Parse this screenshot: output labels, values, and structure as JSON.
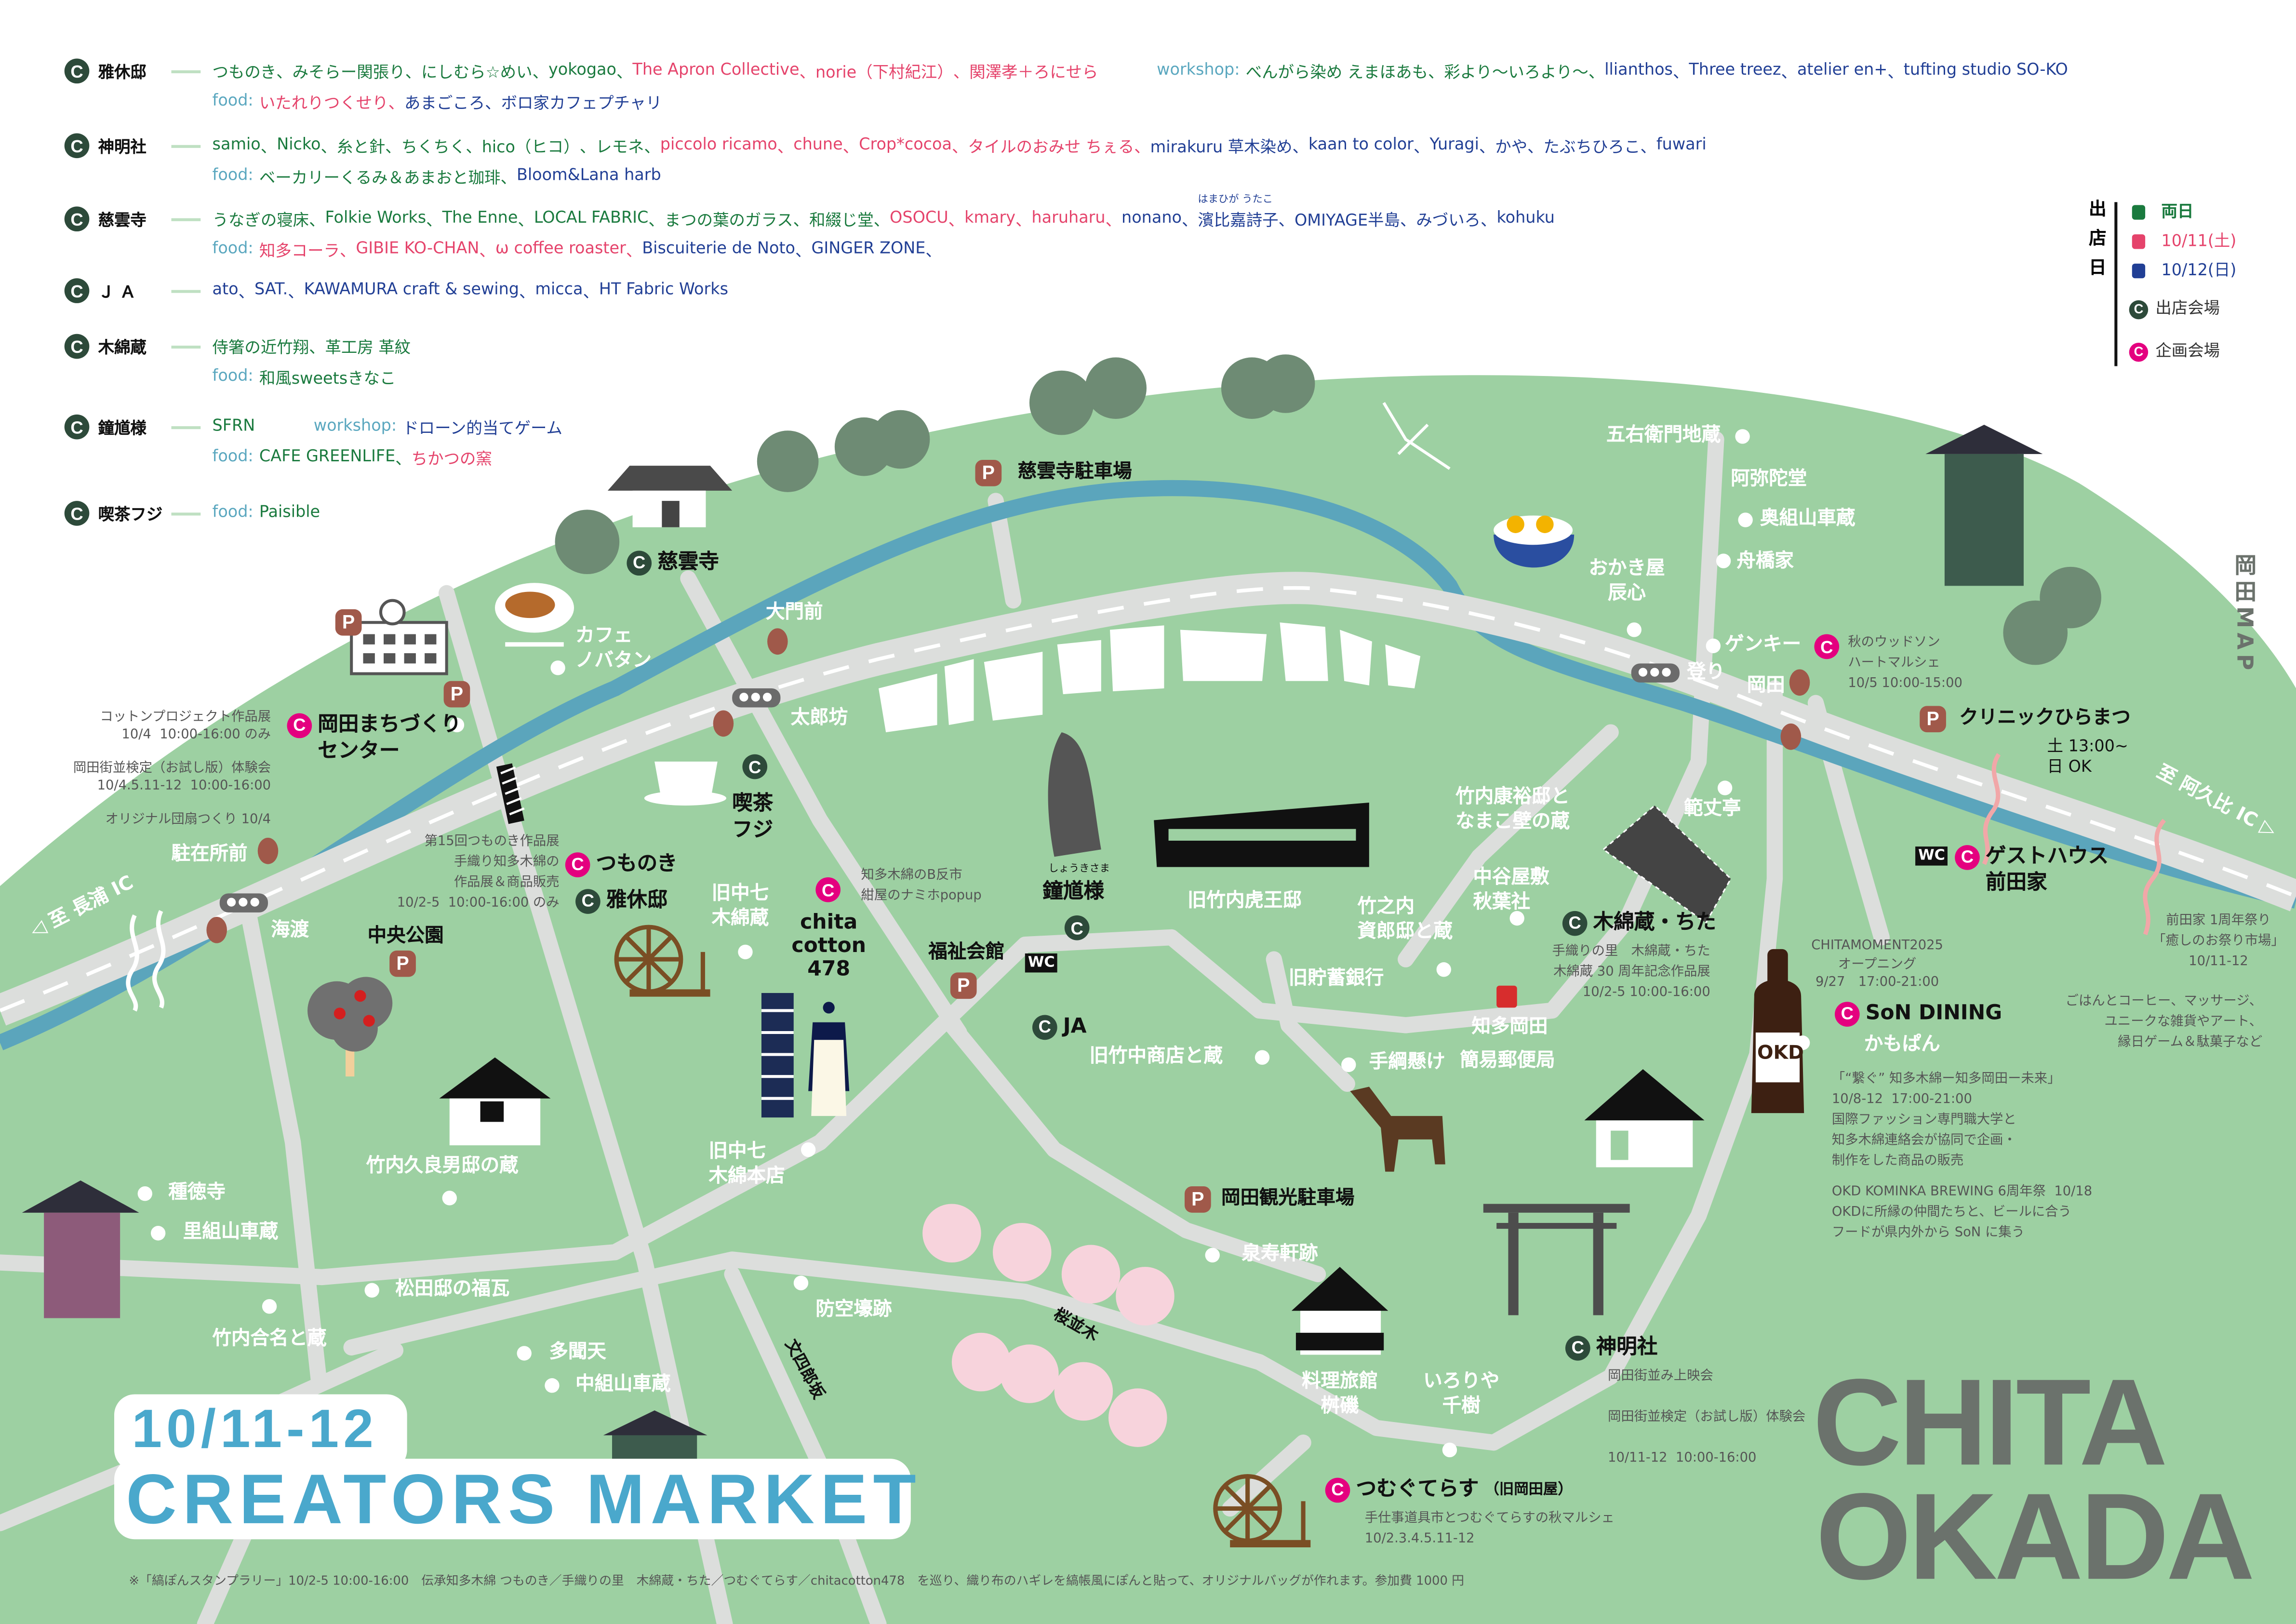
{
  "colors": {
    "both_days": "#1a7a3e",
    "day_sat": "#e5436b",
    "day_sun": "#213f95",
    "venue_marker": "#2d4a3a",
    "event_marker": "#e4007f",
    "map_green": "#9dd0a2",
    "title_blue": "#4aa8cc"
  },
  "vendor_list": [
    {
      "venue": "雅休邸",
      "marker": "dark",
      "lines": [
        [
          {
            "label": "",
            "items": [
              {
                "t": "つものき",
                "c": "g"
              },
              {
                "t": "みそらー関張り",
                "c": "g"
              },
              {
                "t": "にしむら☆めい",
                "c": "g"
              },
              {
                "t": "yokogao",
                "c": "g"
              },
              {
                "t": "The Apron Collective",
                "c": "p"
              },
              {
                "t": "norie（下村紀江）",
                "c": "p"
              },
              {
                "t": "関澤孝＋ろにせら",
                "c": "p"
              }
            ]
          },
          {
            "label": "workshop:",
            "items": [
              {
                "t": "べんがら染め えまほあも",
                "c": "g"
              },
              {
                "t": "彩より〜いろより〜",
                "c": "g"
              },
              {
                "t": "llianthos",
                "c": "b"
              },
              {
                "t": "Three treez",
                "c": "b"
              },
              {
                "t": "atelier en+",
                "c": "b"
              },
              {
                "t": "tufting studio SO-KO",
                "c": "b"
              }
            ]
          }
        ],
        [
          {
            "label": "food:",
            "items": [
              {
                "t": "いたれりつくせり",
                "c": "p"
              },
              {
                "t": "あまごころ",
                "c": "b"
              },
              {
                "t": "ボロ家カフェプチャリ",
                "c": "b"
              }
            ]
          }
        ]
      ]
    },
    {
      "venue": "神明社",
      "marker": "dark",
      "lines": [
        [
          {
            "label": "",
            "items": [
              {
                "t": "samio",
                "c": "g"
              },
              {
                "t": "Nicko",
                "c": "g"
              },
              {
                "t": "糸と針",
                "c": "g"
              },
              {
                "t": "ちくちく",
                "c": "g"
              },
              {
                "t": "hico（ヒコ）",
                "c": "g"
              },
              {
                "t": "レモネ",
                "c": "g"
              },
              {
                "t": "piccolo ricamo",
                "c": "p"
              },
              {
                "t": "chune",
                "c": "p"
              },
              {
                "t": "Crop*cocoa",
                "c": "p"
              },
              {
                "t": "タイルのおみせ ちぇる",
                "c": "p"
              },
              {
                "t": "mirakuru 草木染め",
                "c": "b"
              },
              {
                "t": "kaan to color",
                "c": "b"
              },
              {
                "t": "Yuragi",
                "c": "b"
              },
              {
                "t": "かや",
                "c": "b"
              },
              {
                "t": "たぶちひろこ",
                "c": "b"
              },
              {
                "t": "fuwari",
                "c": "b"
              }
            ]
          }
        ],
        [
          {
            "label": "food:",
            "items": [
              {
                "t": "ベーカリーくるみ＆あまおと珈琲",
                "c": "g"
              },
              {
                "t": "Bloom&Lana harb",
                "c": "b"
              }
            ]
          }
        ]
      ]
    },
    {
      "venue": "慈雲寺",
      "marker": "dark",
      "lines": [
        [
          {
            "label": "",
            "items": [
              {
                "t": "うなぎの寝床",
                "c": "g"
              },
              {
                "t": "Folkie Works",
                "c": "g"
              },
              {
                "t": "The Enne",
                "c": "g"
              },
              {
                "t": "LOCAL FABRIC",
                "c": "g"
              },
              {
                "t": "まつの葉のガラス",
                "c": "g"
              },
              {
                "t": "和綴じ堂",
                "c": "g"
              },
              {
                "t": "OSOCU",
                "c": "p"
              },
              {
                "t": "kmary",
                "c": "p"
              },
              {
                "t": "haruharu",
                "c": "p"
              },
              {
                "t": "nonano",
                "c": "b"
              },
              {
                "t": "濱比嘉詩子",
                "c": "b",
                "ruby": "はまひが うたこ"
              },
              {
                "t": "OMIYAGE半島",
                "c": "b"
              },
              {
                "t": "みづいろ",
                "c": "b"
              },
              {
                "t": "kohuku",
                "c": "b"
              }
            ]
          }
        ],
        [
          {
            "label": "food:",
            "items": [
              {
                "t": "知多コーラ",
                "c": "p"
              },
              {
                "t": "GIBIE KO-CHAN",
                "c": "p"
              },
              {
                "t": "ω coffee roaster",
                "c": "p"
              },
              {
                "t": "Biscuiterie de Noto",
                "c": "b"
              },
              {
                "t": "GINGER ZONE",
                "c": "b"
              }
            ]
          }
        ]
      ]
    },
    {
      "venue": "Ｊ Ａ",
      "marker": "dark",
      "lines": [
        [
          {
            "label": "",
            "items": [
              {
                "t": "ato",
                "c": "b"
              },
              {
                "t": "SAT.",
                "c": "b"
              },
              {
                "t": "KAWAMURA craft & sewing",
                "c": "b"
              },
              {
                "t": "micca",
                "c": "b"
              },
              {
                "t": "HT Fabric Works",
                "c": "b"
              }
            ]
          }
        ]
      ]
    },
    {
      "venue": "木綿蔵",
      "marker": "dark",
      "lines": [
        [
          {
            "label": "",
            "items": [
              {
                "t": "侍箸の近竹翔",
                "c": "g"
              },
              {
                "t": "革工房 革紋",
                "c": "g"
              }
            ]
          }
        ],
        [
          {
            "label": "food:",
            "items": [
              {
                "t": "和風sweetsきなこ",
                "c": "g"
              }
            ]
          }
        ]
      ]
    },
    {
      "venue": "鐘馗様",
      "marker": "dark",
      "lines": [
        [
          {
            "label": "",
            "items": [
              {
                "t": "SFRN",
                "c": "g"
              }
            ]
          },
          {
            "label": "workshop:",
            "items": [
              {
                "t": "ドローン的当てゲーム",
                "c": "b"
              }
            ]
          }
        ],
        [
          {
            "label": "food:",
            "items": [
              {
                "t": "CAFE GREENLIFE",
                "c": "g"
              },
              {
                "t": "ちかつの窯",
                "c": "p"
              }
            ]
          }
        ]
      ]
    },
    {
      "venue": "喫茶フジ",
      "marker": "dark",
      "lines": [
        [
          {
            "label": "food:",
            "items": [
              {
                "t": "Paisible",
                "c": "g"
              }
            ]
          }
        ]
      ]
    }
  ],
  "legend": {
    "heading": "出店日",
    "both": "両日",
    "sat": "10/11(土)",
    "sun": "10/12(日)",
    "venue": "出店会場",
    "event": "企画会場",
    "marker_letter": "C"
  },
  "side_title": "岡田MAP",
  "venues": {
    "jiunji": "慈雲寺",
    "machizukuri": "岡田まちづくり\nセンター",
    "tsumonoki": "つものき",
    "gakyutei": "雅休邸",
    "kissa_fuji": "喫茶\nフジ",
    "chitacotton": "chita\ncotton\n478",
    "shoki": "鐘馗様",
    "shoki_ruby": "しょうきさま",
    "ja": "JA",
    "momengura": "木綿蔵・ちた",
    "shinmeisha": "神明社",
    "tsumugu": "つむぐてらす",
    "tsumugu_sub": "（旧岡田屋）",
    "maedake": "ゲストハウス\n前田家",
    "son": "SoN DINING",
    "kamopan": "かもぱん",
    "wc": "WC"
  },
  "places": {
    "cafe": "カフェ\nノバタン",
    "daimon": "大門前",
    "tarobo": "太郎坊",
    "chuzai": "駐在所前",
    "kaito": "海渡",
    "nakashichi_kura": "旧中七\n木綿蔵",
    "nakashichi_honten": "旧中七\n木綿本店",
    "toraoh": "旧竹内虎王邸",
    "chochiku": "旧貯蓄銀行",
    "takenaka": "旧竹中商店と蔵",
    "yasuhiro": "竹内康裕邸と\nなまこ壁の蔵",
    "nakaya": "中谷屋敷\n秋葉社",
    "takenouchi": "竹之内\n資郎邸と蔵",
    "hanjotei": "範丈亭",
    "tazuna": "手綱懸け",
    "kurao": "竹内久良男邸の蔵",
    "shutokuji": "種徳寺",
    "satogumi": "里組山車蔵",
    "matsuda": "松田邸の福瓦",
    "goumei": "竹内合名と蔵",
    "tamonten": "多聞天",
    "nakagumi": "中組山車蔵",
    "bokugou": "防空壕跡",
    "senjuken": "泉寿軒跡",
    "ryokan": "料理旅館\n桝磯",
    "iroriya": "いろりや\n千樹",
    "goemon": "五右衛門地蔵",
    "amida": "阿弥陀堂",
    "okugumi": "奥組山車蔵",
    "funahashi": "舟橋家",
    "okaki": "おかき屋\n辰心",
    "genky": "ゲンキー",
    "nobori": "登り",
    "okada": "岡田",
    "chitaokada": "知多岡田",
    "kanipost": "簡易郵便局",
    "chuo": "中央公園",
    "jiunji_p": "慈雲寺駐車場",
    "fukushi": "福祉会館",
    "kanko_p": "岡田観光駐車場",
    "clinic": "クリニックひらまつ",
    "clinic_hours": "土 13:00~\n日 OK",
    "sakura": "桜並木",
    "bunshiro": "文四郎坂",
    "to_nagaura": "◁ 至 長浦 IC",
    "to_agui": "至 阿久比 IC ▷",
    "parking_letter": "P"
  },
  "notes": {
    "cotton_project": "コットンプロジェクト作品展\n10/4  10:00-16:00 のみ\n\n岡田街並検定（お試し版）体験会\n10/4.5.11-12  10:00-16:00\n\nオリジナル団扇つくり 10/4",
    "tsumonoki_ten": "第15回つものき作品展\n手織り知多木綿の\n作品展＆商品販売\n10/2-5  10:00-16:00 のみ",
    "bhan": "知多木綿のB反市\n紺屋のナミホpopup",
    "woodson": "秋のウッドソン\nハートマルシェ\n10/5 10:00-15:00",
    "momengura_note": "手織りの里　木綿蔵・ちた\n木綿蔵 30 周年記念作品展\n10/2-5 10:00-16:00",
    "chitamoment": "CHITAMOMENT2025\nオープニング\n9/27　17:00-21:00",
    "maedake_fest": "前田家 1周年祭り\n「癒しのお祭り市場」\n10/11-12",
    "maedake_desc": "ごはんとコーヒー、マッサージ、\nユニークな雑貨やアート、\n縁日ゲーム＆駄菓子など",
    "tsunagu": "「“繋ぐ” 知多木綿ー知多岡田ー未来」\n10/8-12  17:00-21:00\n国際ファッション専門職大学と\n知多木綿連絡会が協同で企画・\n制作をした商品の販売",
    "okd": "OKD KOMINKA BREWING 6周年祭  10/18\nOKDに所縁の仲間たちと、ビールに合う\nフードが県内外から SoN に集う",
    "shinmei_note": "岡田街並み上映会\n\n岡田街並検定（お試し版）体験会\n\n10/11-12  10:00-16:00",
    "tsumugu_note": "手仕事道具市とつむぐてらすの秋マルシェ\n10/2.3.4.5.11-12",
    "bottle_label": "OKD"
  },
  "title": {
    "dates": "10/11-12",
    "name": "CREATORS MARKET"
  },
  "logo": {
    "line1": "CHITA",
    "line2": "OKADA"
  },
  "footer": "※「縞ぽんスタンプラリー」10/2-5 10:00-16:00　伝承知多木綿 つものき／手織りの里　木綿蔵・ちた／つむぐてらす／chitacotton478　を巡り、織り布のハギレを縞帳風にぽんと貼って、オリジナルバッグが作れます。参加費 1000 円"
}
